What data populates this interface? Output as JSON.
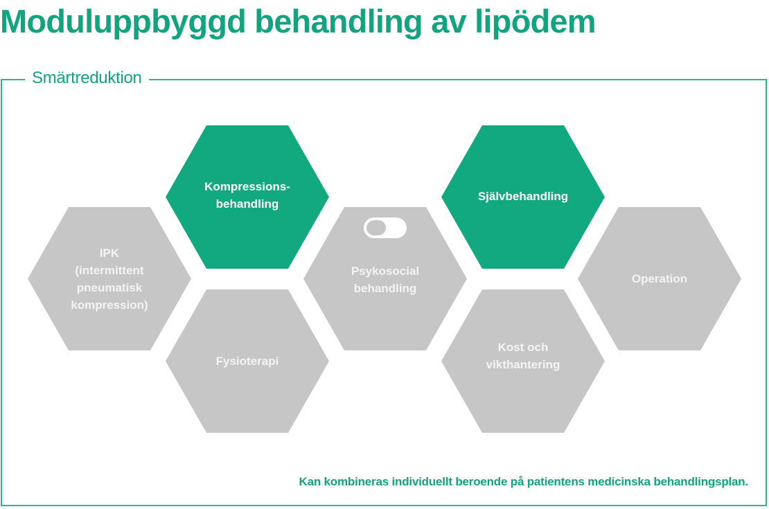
{
  "title": "Moduluppbyggd behandling av lipödem",
  "section": {
    "label": "Smärtreduktion",
    "frame_color": "#2ab58e"
  },
  "colors": {
    "accent": "#12a981",
    "inactive": "#c6c6c6",
    "text_green": "#12a37f"
  },
  "modules": [
    {
      "id": "ipk",
      "label": "IPK\n(intermittent\npneumatisk\nkompression)",
      "state": "inactive"
    },
    {
      "id": "kompression",
      "label": "Kompressions-\nbehandling",
      "state": "active"
    },
    {
      "id": "fysioterapi",
      "label": "Fysioterapi",
      "state": "inactive"
    },
    {
      "id": "psykosocial",
      "label": "Psykosocial\nbehandling",
      "state": "inactive",
      "icon": "toggle-off-icon"
    },
    {
      "id": "sjalvbehandling",
      "label": "Självbehandling",
      "state": "active"
    },
    {
      "id": "kost",
      "label": "Kost och\nvikthantering",
      "state": "inactive"
    },
    {
      "id": "operation",
      "label": "Operation",
      "state": "inactive"
    }
  ],
  "footnote": "Kan kombineras individuellt beroende på patientens medicinska behandlingsplan."
}
